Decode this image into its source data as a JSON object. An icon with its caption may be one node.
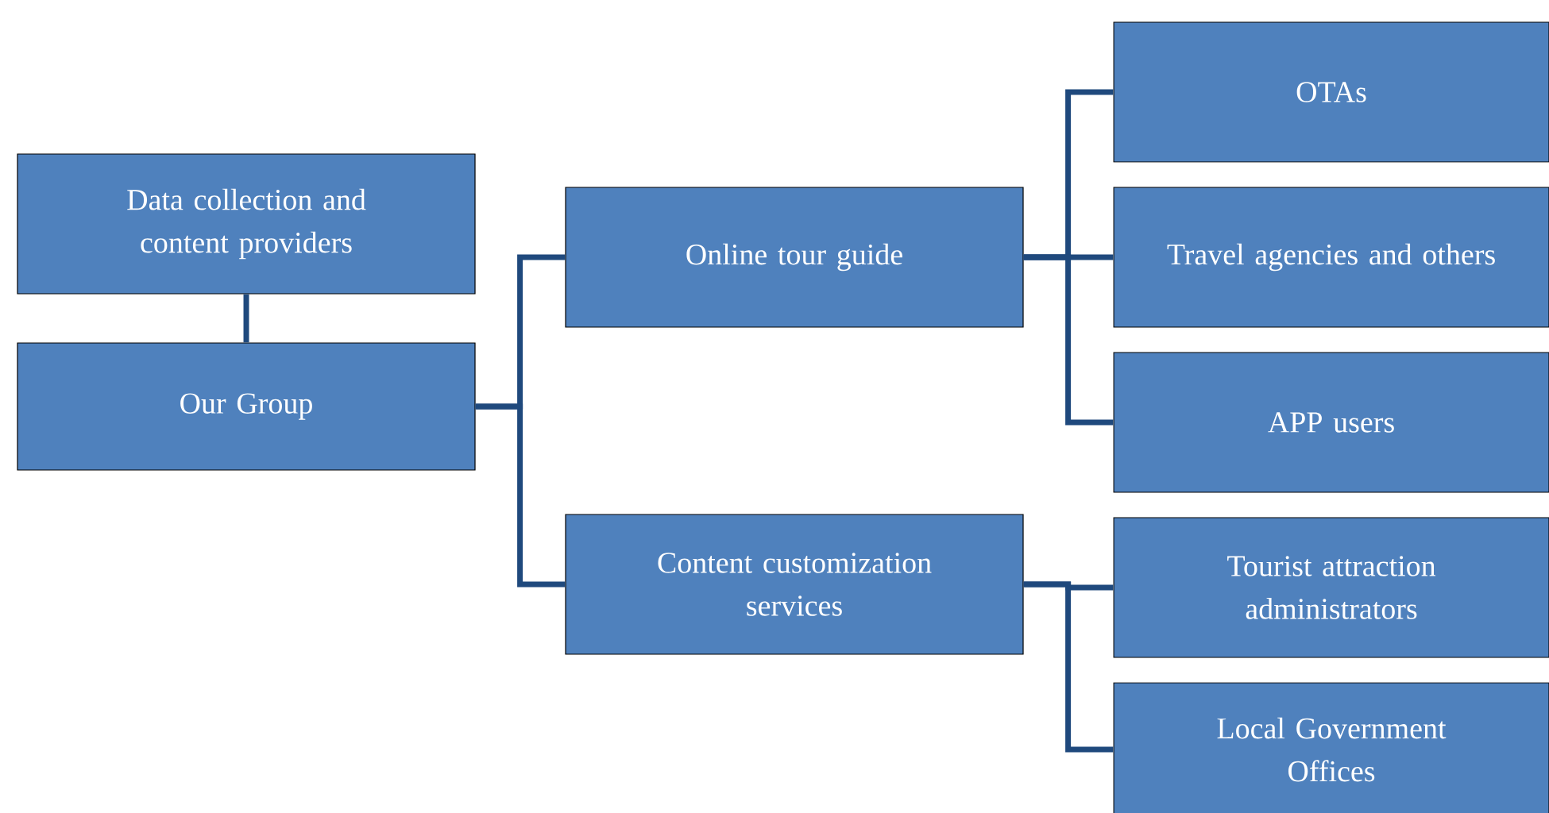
{
  "diagram": {
    "nodes": [
      {
        "text": [
          "Data collection and content providers"
        ]
      },
      {
        "text": [
          "Our Group"
        ]
      },
      {
        "text": [
          "Online tour guide"
        ]
      },
      {
        "text": [
          "Content customization services"
        ]
      },
      {
        "text": [
          "OTAs"
        ]
      },
      {
        "text": [
          "Travel agencies and others"
        ]
      },
      {
        "text": [
          "APP users"
        ]
      },
      {
        "text": [
          "Tourist attraction administrators"
        ]
      },
      {
        "text": [
          "Local Government Offices"
        ]
      }
    ],
    "edges": [
      {
        "from": 0,
        "to": 1,
        "arrow": "none"
      },
      {
        "from": 1,
        "to": 2,
        "arrow": "none"
      },
      {
        "from": 1,
        "to": 3,
        "arrow": "none"
      },
      {
        "from": 2,
        "to": 4,
        "arrow": "none"
      },
      {
        "from": 2,
        "to": 5,
        "arrow": "none"
      },
      {
        "from": 2,
        "to": 6,
        "arrow": "none"
      },
      {
        "from": 3,
        "to": 7,
        "arrow": "none"
      },
      {
        "from": 3,
        "to": 8,
        "arrow": "none"
      }
    ]
  }
}
